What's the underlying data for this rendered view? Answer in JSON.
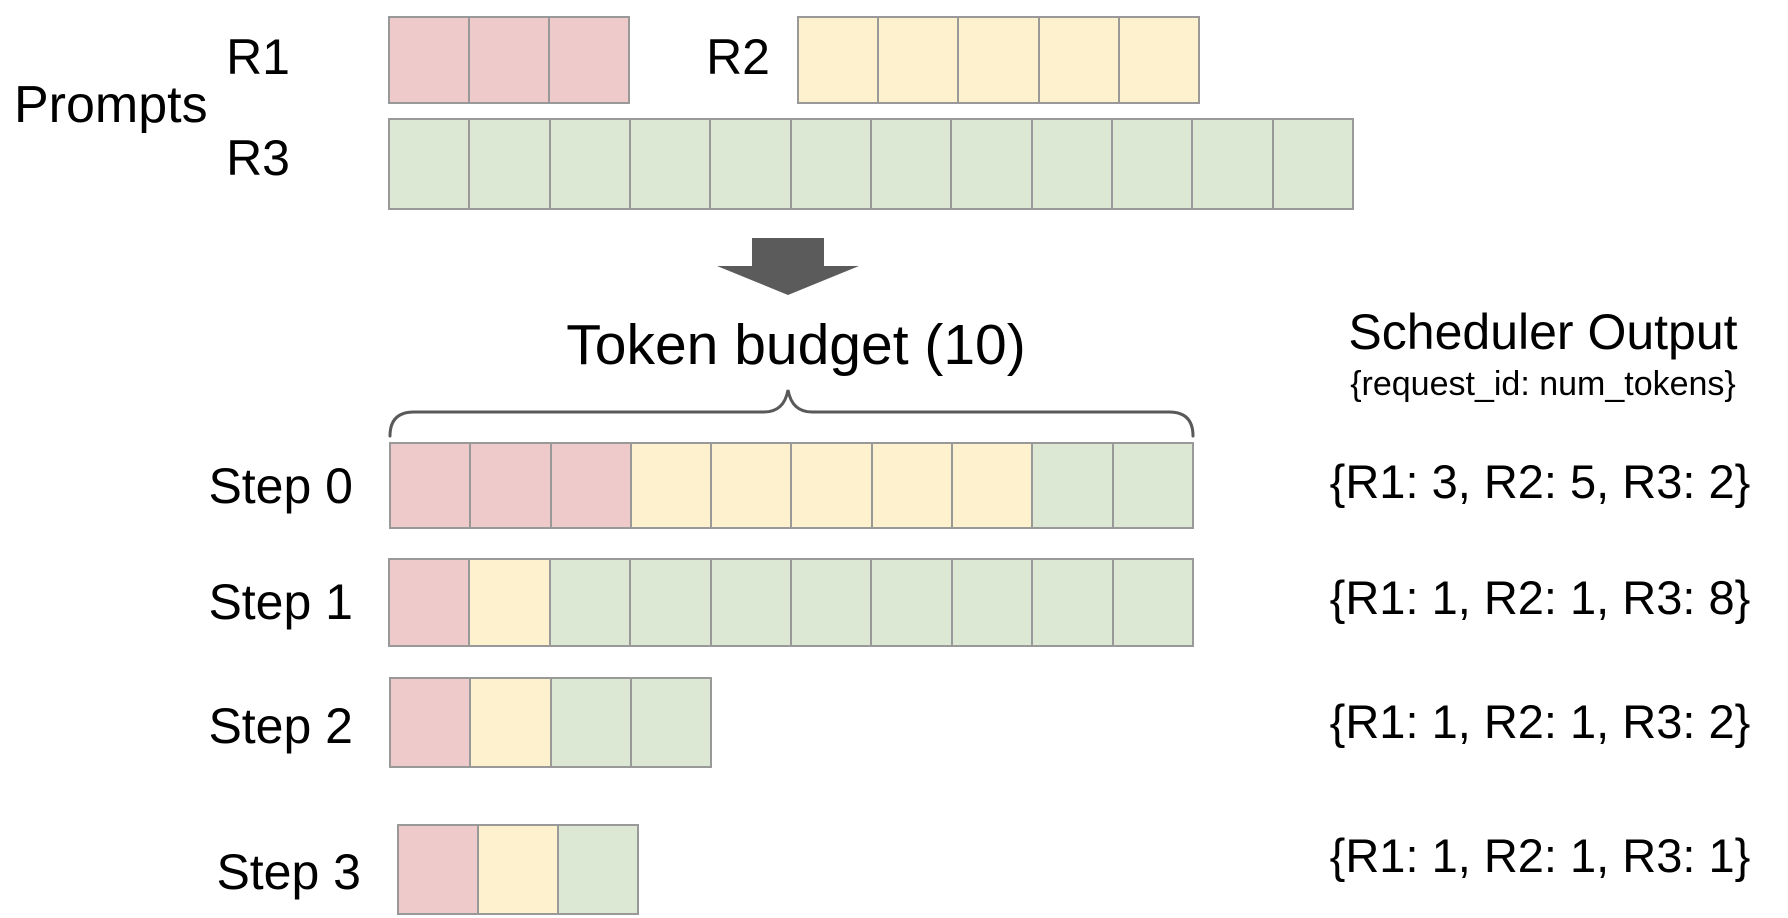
{
  "colors": {
    "R1": "#efcaca",
    "R2": "#fdf2cd",
    "R3": "#dce8d3",
    "border": "#999999",
    "arrow": "#5b5b5b",
    "brace": "#595959",
    "text": "#000000"
  },
  "prompts": {
    "label": "Prompts",
    "rows": [
      {
        "id": "R1",
        "segments": [
          {
            "request": "R1",
            "tokens": 3
          }
        ]
      },
      {
        "id": "R2",
        "segments": [
          {
            "request": "R2",
            "tokens": 5
          }
        ]
      },
      {
        "id": "R3",
        "segments": [
          {
            "request": "R3",
            "tokens": 12
          }
        ]
      }
    ]
  },
  "token_budget": {
    "label": "Token budget (10)",
    "budget": 10
  },
  "scheduler": {
    "title": "Scheduler Output",
    "subtitle": "{request_id: num_tokens}",
    "steps": [
      {
        "label": "Step 0",
        "segments": [
          {
            "request": "R1",
            "tokens": 3
          },
          {
            "request": "R2",
            "tokens": 5
          },
          {
            "request": "R3",
            "tokens": 2
          }
        ],
        "output": "{R1: 3, R2: 5, R3: 2}"
      },
      {
        "label": "Step 1",
        "segments": [
          {
            "request": "R1",
            "tokens": 1
          },
          {
            "request": "R2",
            "tokens": 1
          },
          {
            "request": "R3",
            "tokens": 8
          }
        ],
        "output": "{R1: 1, R2: 1, R3: 8}"
      },
      {
        "label": "Step 2",
        "segments": [
          {
            "request": "R1",
            "tokens": 1
          },
          {
            "request": "R2",
            "tokens": 1
          },
          {
            "request": "R3",
            "tokens": 2
          }
        ],
        "output": "{R1: 1, R2: 1, R3: 2}"
      },
      {
        "label": "Step 3",
        "segments": [
          {
            "request": "R1",
            "tokens": 1
          },
          {
            "request": "R2",
            "tokens": 1
          },
          {
            "request": "R3",
            "tokens": 1
          }
        ],
        "output": "{R1: 1, R2: 1, R3: 1}"
      }
    ]
  }
}
